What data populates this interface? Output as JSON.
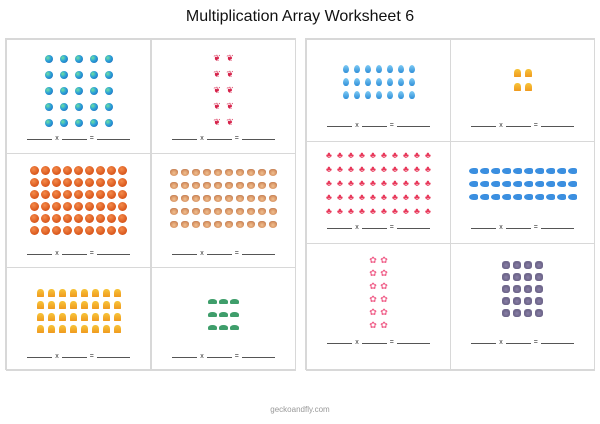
{
  "title": "Multiplication Array Worksheet 6",
  "footer": "geckoandfly.com",
  "equation": {
    "times": "x",
    "equals": "="
  },
  "panels": {
    "left": [
      {
        "icon": "globe-icon",
        "rows": 5,
        "cols": 5
      },
      {
        "icon": "ribbon-icon",
        "rows": 5,
        "cols": 2
      },
      {
        "icon": "basketball-icon",
        "rows": 6,
        "cols": 9
      },
      {
        "icon": "dog-face-icon",
        "rows": 5,
        "cols": 10
      },
      {
        "icon": "bell-icon",
        "rows": 4,
        "cols": 8
      },
      {
        "icon": "turtle-icon",
        "rows": 3,
        "cols": 3
      }
    ],
    "right": [
      {
        "icon": "droplet-icon",
        "rows": 3,
        "cols": 7
      },
      {
        "icon": "bell-icon",
        "rows": 2,
        "cols": 2
      },
      {
        "icon": "mushroom-icon",
        "rows": 5,
        "cols": 10
      },
      {
        "icon": "fish-icon",
        "rows": 3,
        "cols": 10
      },
      {
        "icon": "cherry-blossom-icon",
        "rows": 6,
        "cols": 2
      },
      {
        "icon": "koala-icon",
        "rows": 5,
        "cols": 4
      }
    ]
  },
  "colors": {
    "border": "#d8d8d8",
    "footer": "#999999"
  }
}
